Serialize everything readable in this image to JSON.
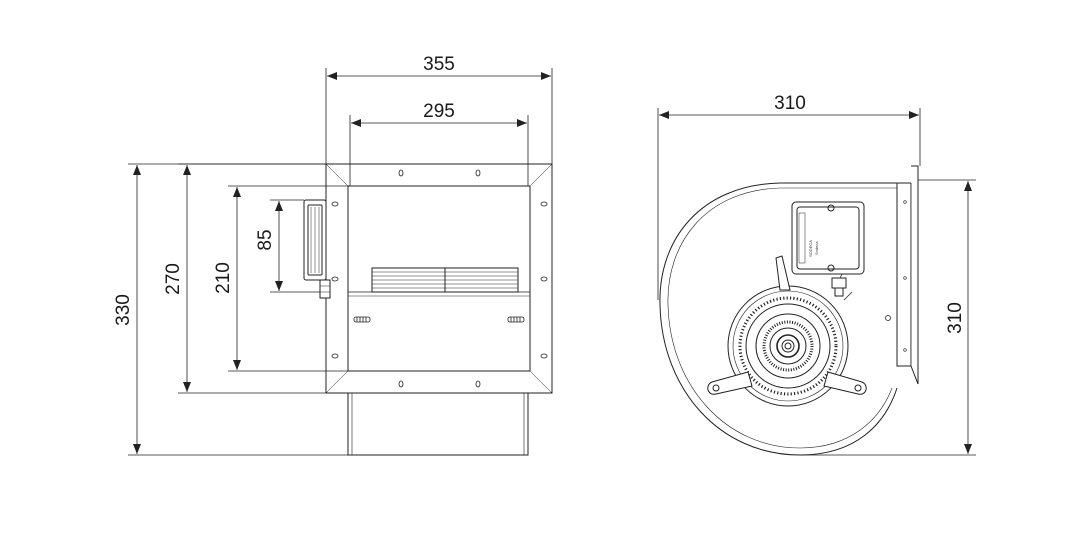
{
  "front_view": {
    "dims": {
      "overall_width": "355",
      "outlet_width": "295",
      "overall_height": "330",
      "flange_height": "270",
      "outlet_height": "210",
      "motor_box_height": "85"
    }
  },
  "side_view": {
    "dims": {
      "overall_depth": "310",
      "overall_height": "310"
    },
    "junction_box": {
      "logo_text": "Sodeca",
      "label_text": "SODECA"
    }
  },
  "colors": {
    "line": "#222222",
    "background": "#ffffff"
  }
}
